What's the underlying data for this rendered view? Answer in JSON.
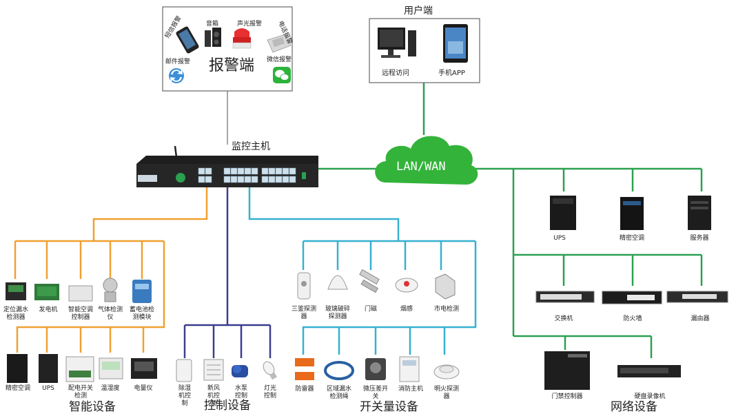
{
  "alarm": {
    "title": "报警端",
    "items": {
      "sms": "短信报警",
      "speaker": "音箱",
      "sound_light": "声光报警",
      "phone": "电话报警",
      "mail": "邮件报警",
      "wechat": "微信报警"
    }
  },
  "user": {
    "title": "用户端",
    "remote": "远程访问",
    "app": "手机APP"
  },
  "host": {
    "title": "监控主机"
  },
  "cloud": {
    "label": "LAN/WAN"
  },
  "groups": {
    "smart": {
      "title": "智能设备",
      "row1": [
        "定位漏水检测器",
        "发电机",
        "智能空调控制器",
        "气体检测仪",
        "蓄电池检测模块"
      ],
      "row2": [
        "精密空调",
        "UPS",
        "配电开关检测",
        "温湿度",
        "电量仪"
      ]
    },
    "control": {
      "title": "控制设备",
      "items": [
        "除湿机控制",
        "新风机控制",
        "水泵控制",
        "灯光控制"
      ]
    },
    "switch": {
      "title": "开关量设备",
      "row1": [
        "三鉴探测器",
        "玻璃破碎探测器",
        "门磁",
        "烟感",
        "市电检测"
      ],
      "row2": [
        "防雷器",
        "区域漏水检测绳",
        "微压差开关",
        "消防主机",
        "明火探测器"
      ]
    },
    "network": {
      "title": "网络设备",
      "row1": [
        "UPS",
        "精密空调",
        "服务器"
      ],
      "row2": [
        "交换机",
        "防火墙",
        "漏由器"
      ],
      "row3": [
        "门禁控制器",
        "硬盘录像机"
      ]
    }
  },
  "colors": {
    "smart_line": "#f0a030",
    "control_line": "#3c3c90",
    "switch_line": "#36b0d0",
    "network_line": "#2aa050",
    "cloud_fill": "#33b33a"
  }
}
